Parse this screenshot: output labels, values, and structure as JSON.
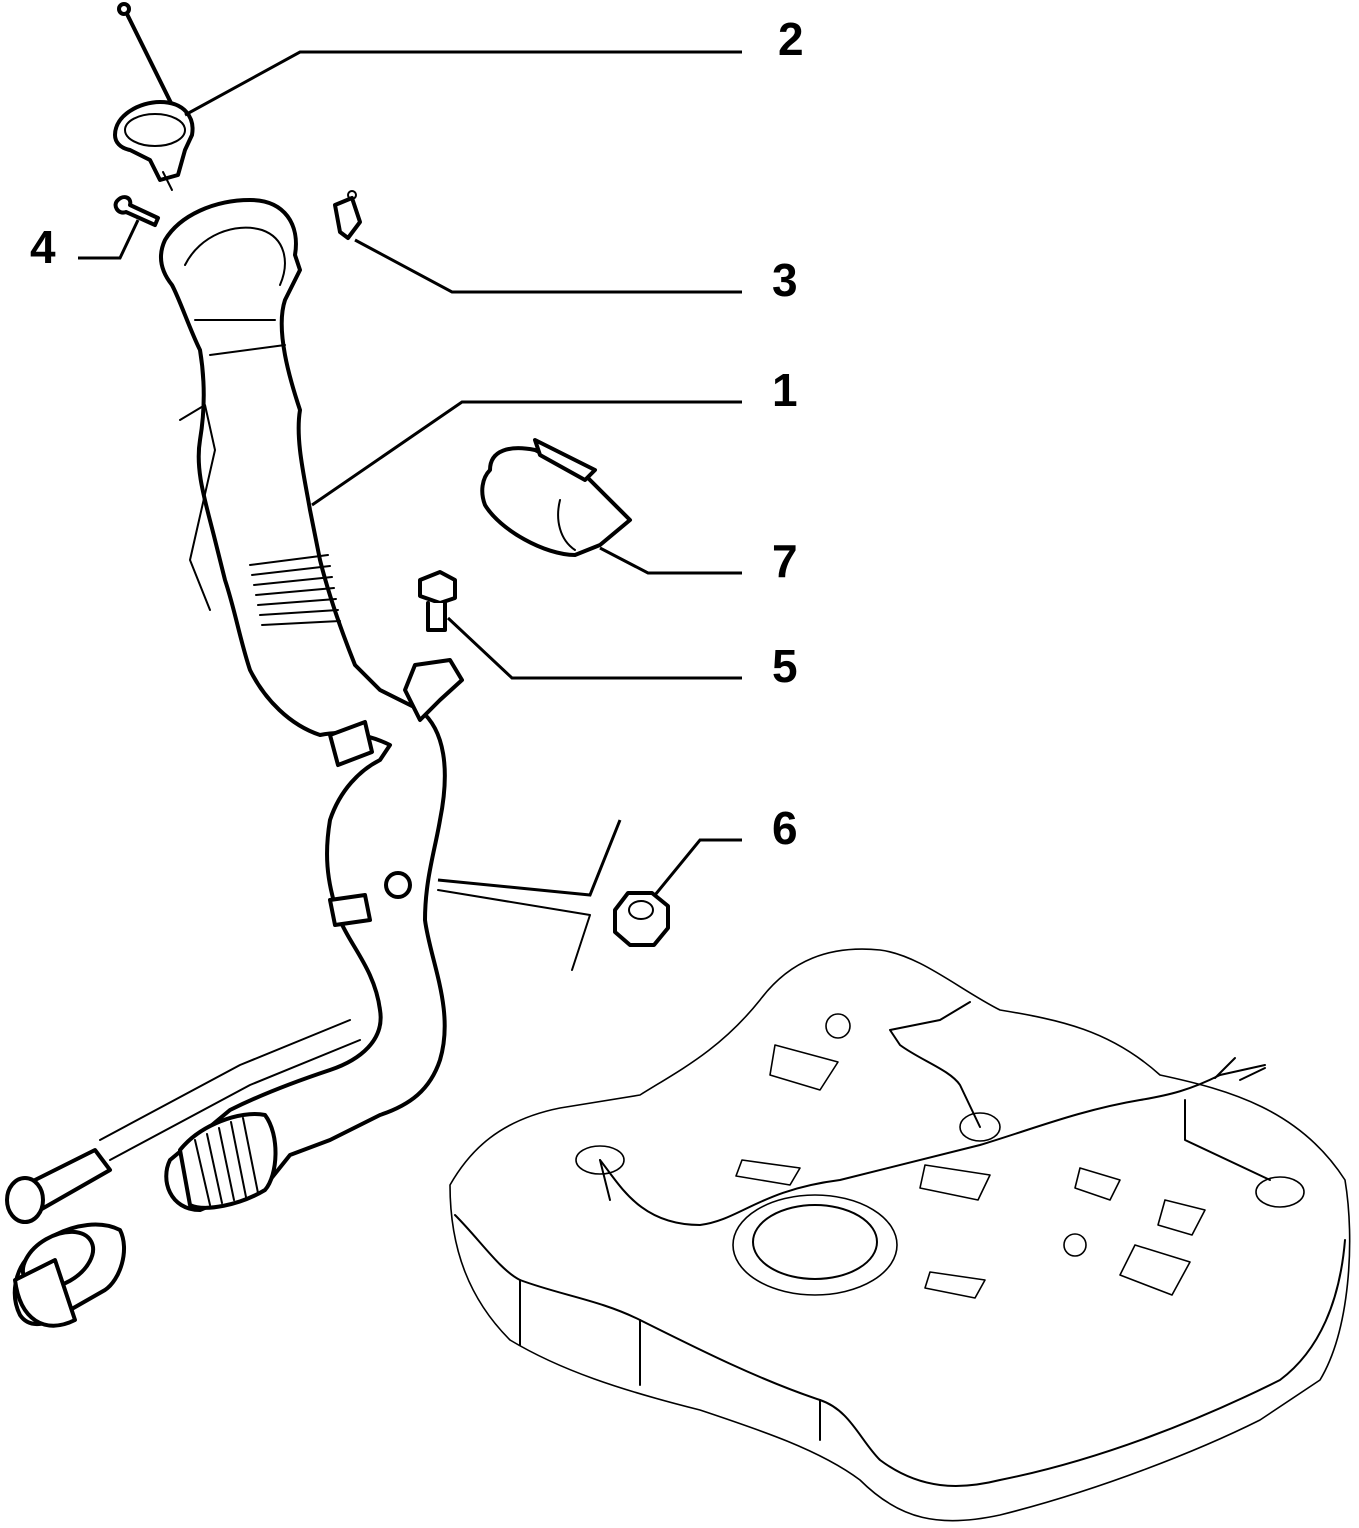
{
  "callouts": [
    {
      "id": "c1",
      "number": "1"
    },
    {
      "id": "c2",
      "number": "2"
    },
    {
      "id": "c3",
      "number": "3"
    },
    {
      "id": "c4",
      "number": "4"
    },
    {
      "id": "c5",
      "number": "5"
    },
    {
      "id": "c6",
      "number": "6"
    },
    {
      "id": "c7",
      "number": "7"
    }
  ]
}
